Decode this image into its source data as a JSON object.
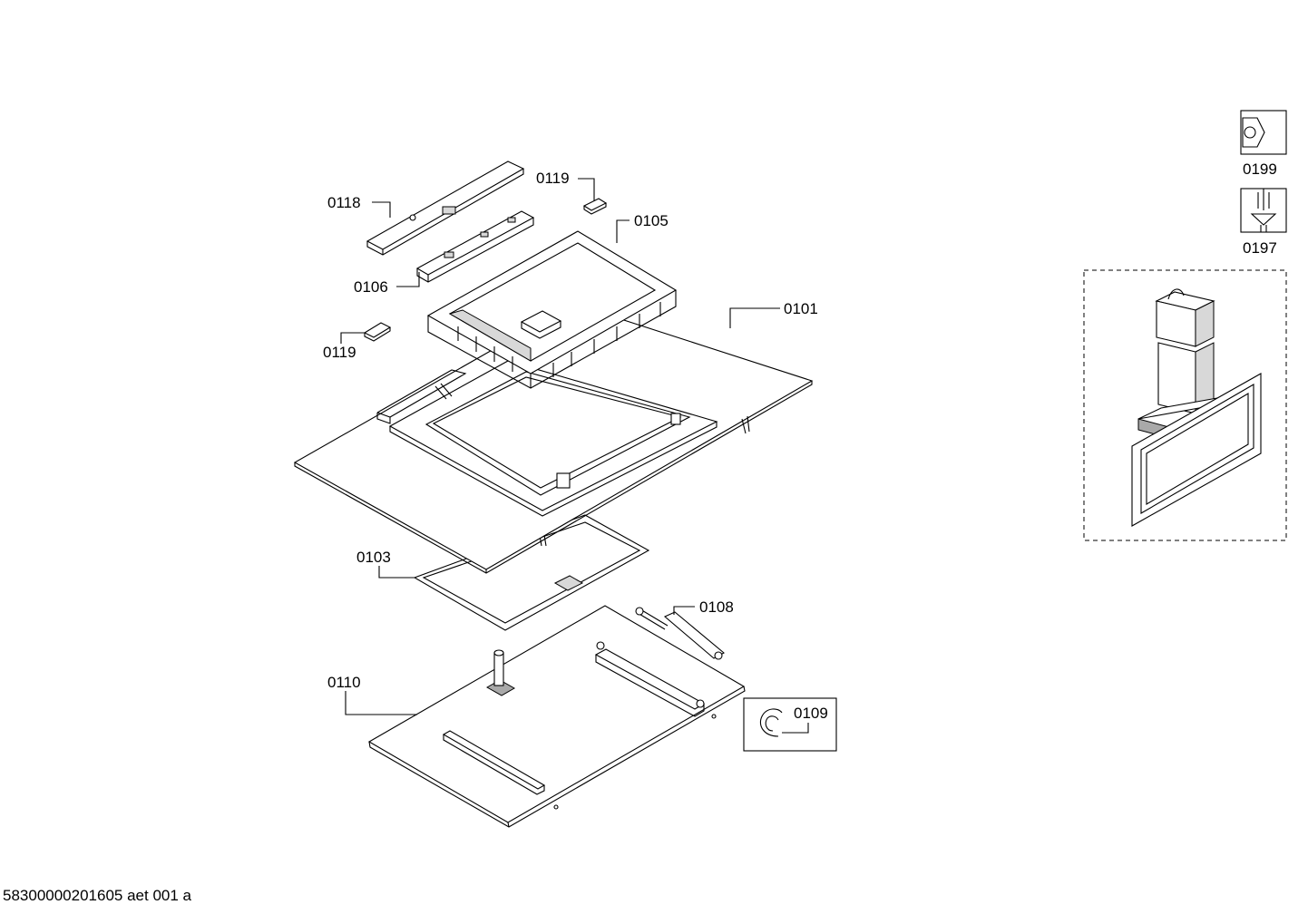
{
  "labels": {
    "p0118": "0118",
    "p0119_top": "0119",
    "p0105": "0105",
    "p0106": "0106",
    "p0119_left": "0119",
    "p0101": "0101",
    "p0103": "0103",
    "p0108": "0108",
    "p0110": "0110",
    "p0109": "0109",
    "p0199": "0199",
    "p0197": "0197"
  },
  "footer": {
    "drawing_id": "58300000201605 aet 001 a"
  },
  "icons": [
    "hex-nut-icon",
    "screw-icon"
  ]
}
